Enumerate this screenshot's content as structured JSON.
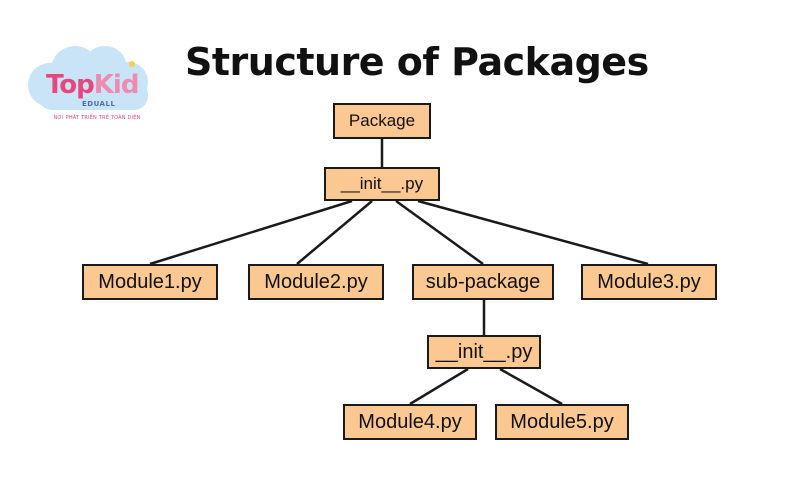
{
  "logo": {
    "word_top": "Top",
    "word_kid": "Kid",
    "sub": "EDUALL",
    "slogan": "NƠI PHÁT TRIỂN TRẺ TOÀN DIỆN",
    "colors": {
      "pink": "#e9457f",
      "cloud": "#c9e3f7",
      "blue": "#4a6fb5"
    }
  },
  "title": "Structure of Packages",
  "diagram": {
    "node_fill": "#fac890",
    "node_border": "#1a1a1a",
    "nodes": {
      "package": "Package",
      "init_top": "__init__.py",
      "module1": "Module1.py",
      "module2": "Module2.py",
      "subpackage": "sub-package",
      "module3": "Module3.py",
      "init_sub": "__init__.py",
      "module4": "Module4.py",
      "module5": "Module5.py"
    },
    "edges": [
      [
        "package",
        "init_top"
      ],
      [
        "init_top",
        "module1"
      ],
      [
        "init_top",
        "module2"
      ],
      [
        "init_top",
        "subpackage"
      ],
      [
        "init_top",
        "module3"
      ],
      [
        "subpackage",
        "init_sub"
      ],
      [
        "init_sub",
        "module4"
      ],
      [
        "init_sub",
        "module5"
      ]
    ]
  }
}
